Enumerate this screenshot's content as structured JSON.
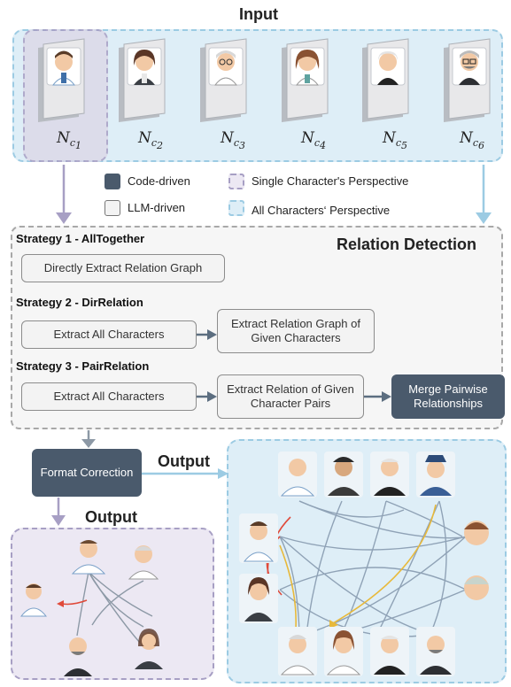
{
  "input_title": "Input",
  "book_labels": [
    {
      "base": "N",
      "sub": "c",
      "idx": "1"
    },
    {
      "base": "N",
      "sub": "c",
      "idx": "2"
    },
    {
      "base": "N",
      "sub": "c",
      "idx": "3"
    },
    {
      "base": "N",
      "sub": "c",
      "idx": "4"
    },
    {
      "base": "N",
      "sub": "c",
      "idx": "5"
    },
    {
      "base": "N",
      "sub": "c",
      "idx": "6"
    }
  ],
  "legend": {
    "code_driven": "Code-driven",
    "llm_driven": "LLM-driven",
    "single_perspective": "Single Character's Perspective",
    "all_perspective": "All Characters‘ Perspective"
  },
  "relation": {
    "title": "Relation Detection",
    "strategy1": {
      "label": "Strategy 1 - AllTogether",
      "box": "Directly Extract Relation Graph"
    },
    "strategy2": {
      "label": "Strategy 2 - DirRelation",
      "box1": "Extract All Characters",
      "box2": "Extract Relation Graph of Given Characters"
    },
    "strategy3": {
      "label": "Strategy 3 - PairRelation",
      "box1": "Extract All Characters",
      "box2": "Extract Relation of Given Character Pairs",
      "box3": "Merge Pairwise Relationships"
    }
  },
  "format_correction": "Format Correction",
  "output_left": "Output",
  "output_right": "Output",
  "colors": {
    "code_driven": "#4a5a6c",
    "llm_driven": "#f3f3f3",
    "single_bg": "#ece8f3",
    "all_bg": "#deeef7",
    "arrow_gray": "#8d99a6",
    "arrow_red": "#e04a3a",
    "arrow_yellow": "#e8b93a",
    "arrow_blue": "#8fb2d0"
  }
}
